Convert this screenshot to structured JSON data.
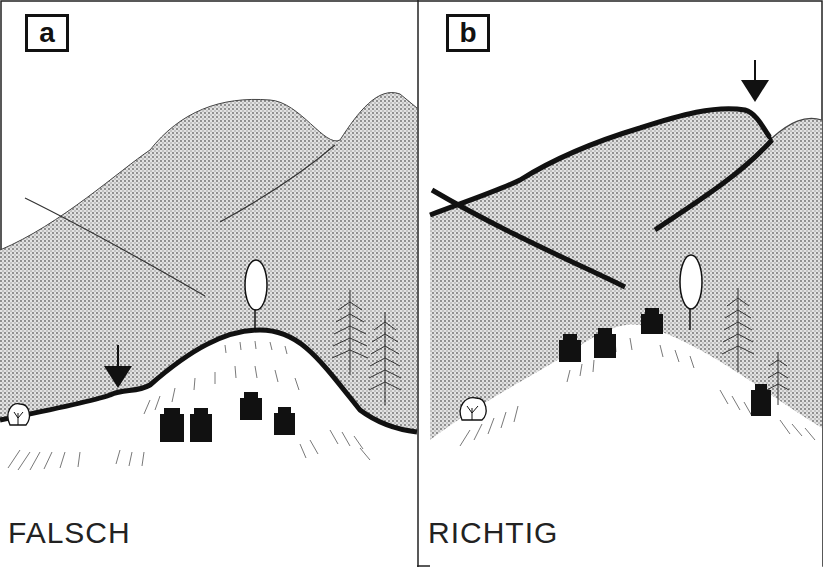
{
  "diagram": {
    "nodes": [
      {
        "text": [
          "a"
        ]
      },
      {
        "text": [
          "b"
        ]
      }
    ],
    "labels": [
      "FALSCH",
      "RICHTIG"
    ]
  }
}
